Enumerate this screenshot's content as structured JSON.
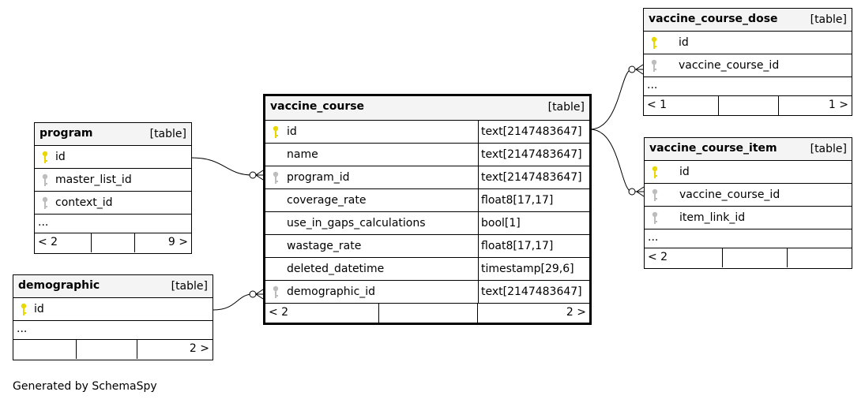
{
  "footer_text": "Generated by SchemaSpy",
  "colors": {
    "primary_key": "#e8d800",
    "foreign_key": "#bdbdbd"
  },
  "tables": {
    "vaccine_course": {
      "name": "vaccine_course",
      "kind": "[table]",
      "columns": [
        {
          "name": "id",
          "type": "text[2147483647]",
          "key": "primary"
        },
        {
          "name": "name",
          "type": "text[2147483647]",
          "key": "none"
        },
        {
          "name": "program_id",
          "type": "text[2147483647]",
          "key": "foreign"
        },
        {
          "name": "coverage_rate",
          "type": "float8[17,17]",
          "key": "none"
        },
        {
          "name": "use_in_gaps_calculations",
          "type": "bool[1]",
          "key": "none"
        },
        {
          "name": "wastage_rate",
          "type": "float8[17,17]",
          "key": "none"
        },
        {
          "name": "deleted_datetime",
          "type": "timestamp[29,6]",
          "key": "none"
        },
        {
          "name": "demographic_id",
          "type": "text[2147483647]",
          "key": "foreign"
        }
      ],
      "footer_left": "< 2",
      "footer_right": "2 >"
    },
    "program": {
      "name": "program",
      "kind": "[table]",
      "columns": [
        {
          "name": "id",
          "key": "primary"
        },
        {
          "name": "master_list_id",
          "key": "foreign"
        },
        {
          "name": "context_id",
          "key": "foreign"
        }
      ],
      "ellipsis": "...",
      "footer_left": "< 2",
      "footer_right": "9 >"
    },
    "demographic": {
      "name": "demographic",
      "kind": "[table]",
      "columns": [
        {
          "name": "id",
          "key": "primary"
        }
      ],
      "ellipsis": "...",
      "footer_left": "",
      "footer_right": "2 >"
    },
    "vaccine_course_dose": {
      "name": "vaccine_course_dose",
      "kind": "[table]",
      "columns": [
        {
          "name": "id",
          "key": "primary"
        },
        {
          "name": "vaccine_course_id",
          "key": "foreign"
        }
      ],
      "ellipsis": "...",
      "footer_left": "< 1",
      "footer_right": "1 >"
    },
    "vaccine_course_item": {
      "name": "vaccine_course_item",
      "kind": "[table]",
      "columns": [
        {
          "name": "id",
          "key": "primary"
        },
        {
          "name": "vaccine_course_id",
          "key": "foreign"
        },
        {
          "name": "item_link_id",
          "key": "foreign"
        }
      ],
      "ellipsis": "...",
      "footer_left": "< 2",
      "footer_right": ""
    }
  }
}
